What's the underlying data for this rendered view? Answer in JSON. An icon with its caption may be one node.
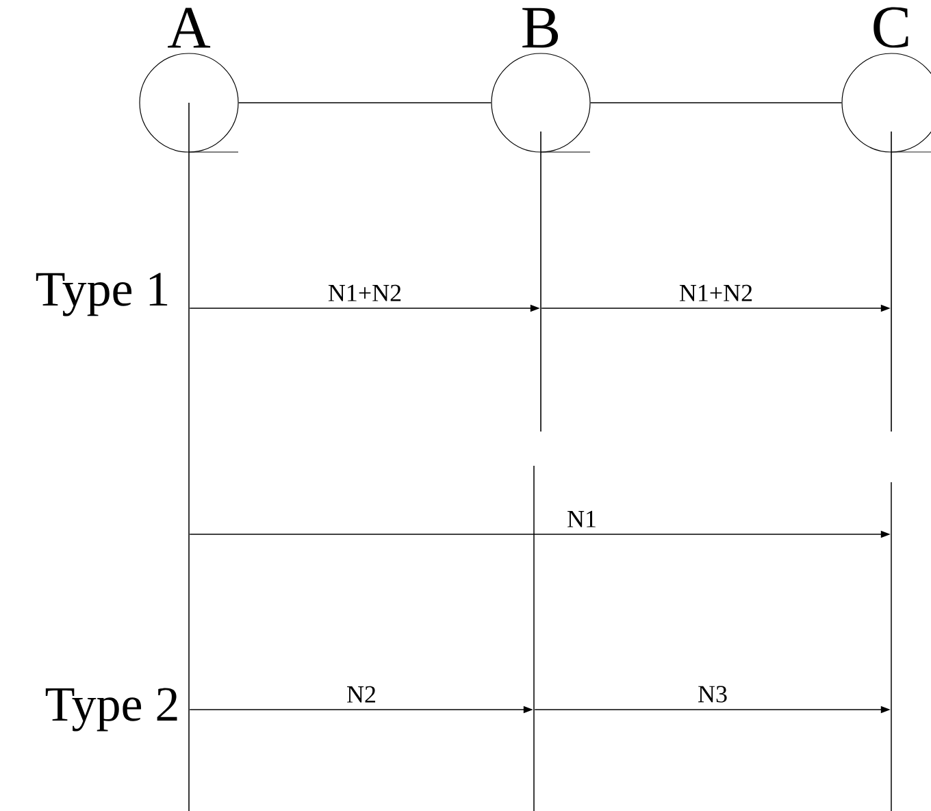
{
  "diagram": {
    "nodes": [
      {
        "text": [
          "A"
        ]
      },
      {
        "text": [
          "B"
        ]
      },
      {
        "text": [
          "C"
        ]
      },
      {
        "text": [],
        "shape": "line"
      },
      {
        "text": [],
        "shape": "line"
      },
      {
        "text": [],
        "shape": "line"
      },
      {
        "text": [],
        "shape": "line"
      },
      {
        "text": [],
        "shape": "line"
      }
    ],
    "edges": [
      {
        "from": 0,
        "to": 1,
        "arrow": "none"
      },
      {
        "from": 1,
        "to": 2,
        "arrow": "none"
      },
      {
        "from": 3,
        "to": 4,
        "arrow": "to",
        "label": "N1+N2"
      },
      {
        "from": 4,
        "to": 5,
        "arrow": "to",
        "label": "N1+N2"
      },
      {
        "from": 3,
        "to": 7,
        "arrow": "to",
        "label": "N1"
      },
      {
        "from": 3,
        "to": 6,
        "arrow": "to",
        "label": "N2"
      },
      {
        "from": 6,
        "to": 7,
        "arrow": "to",
        "label": "N3"
      }
    ],
    "labels": [
      "Type 1",
      "Type 2"
    ]
  }
}
